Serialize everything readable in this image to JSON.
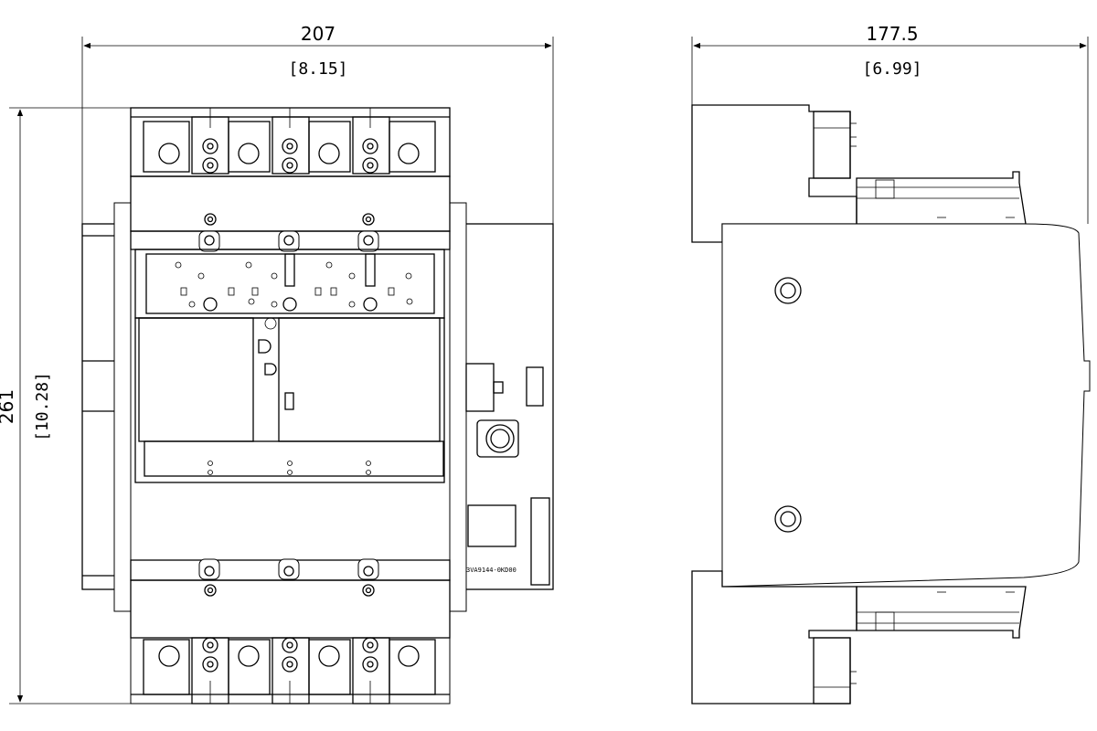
{
  "front_view": {
    "width_mm": "207",
    "width_in": "[8.15]",
    "height_mm": "261",
    "height_in": "[10.28]",
    "part_code": "3VA9144-0KD00"
  },
  "side_view": {
    "depth_mm": "177.5",
    "depth_in": "[6.99]"
  }
}
